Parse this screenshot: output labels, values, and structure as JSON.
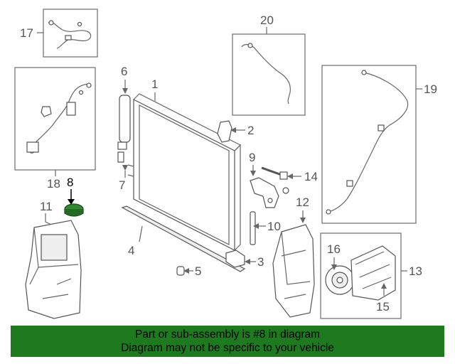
{
  "callouts": {
    "n1": "1",
    "n2": "2",
    "n3": "3",
    "n4": "4",
    "n5": "5",
    "n6": "6",
    "n7": "7",
    "n8": "8",
    "n9": "9",
    "n10": "10",
    "n11": "11",
    "n12": "12",
    "n13": "13",
    "n14": "14",
    "n15": "15",
    "n16": "16",
    "n17": "17",
    "n18": "18",
    "n19": "19",
    "n20": "20"
  },
  "highlighted_part": "8",
  "banner": {
    "line1": "Part or sub-assembly is #8 in diagram",
    "line2": "Diagram may not be specific to your vehicle",
    "color": "#1e7a1e"
  },
  "highlight_color": "#2e8b2e"
}
